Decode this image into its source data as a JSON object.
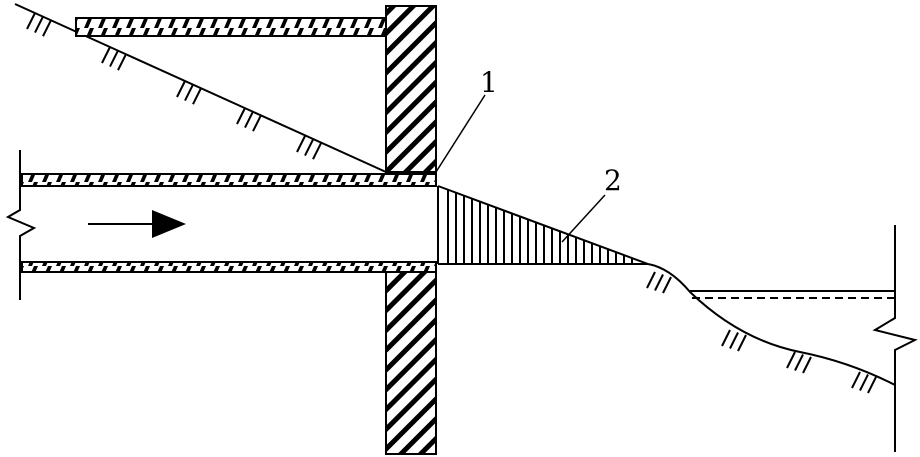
{
  "diagram": {
    "labels": [
      {
        "id": "1",
        "text": "1"
      },
      {
        "id": "2",
        "text": "2"
      }
    ],
    "colors": {
      "ink": "#000000",
      "background": "#ffffff"
    }
  }
}
